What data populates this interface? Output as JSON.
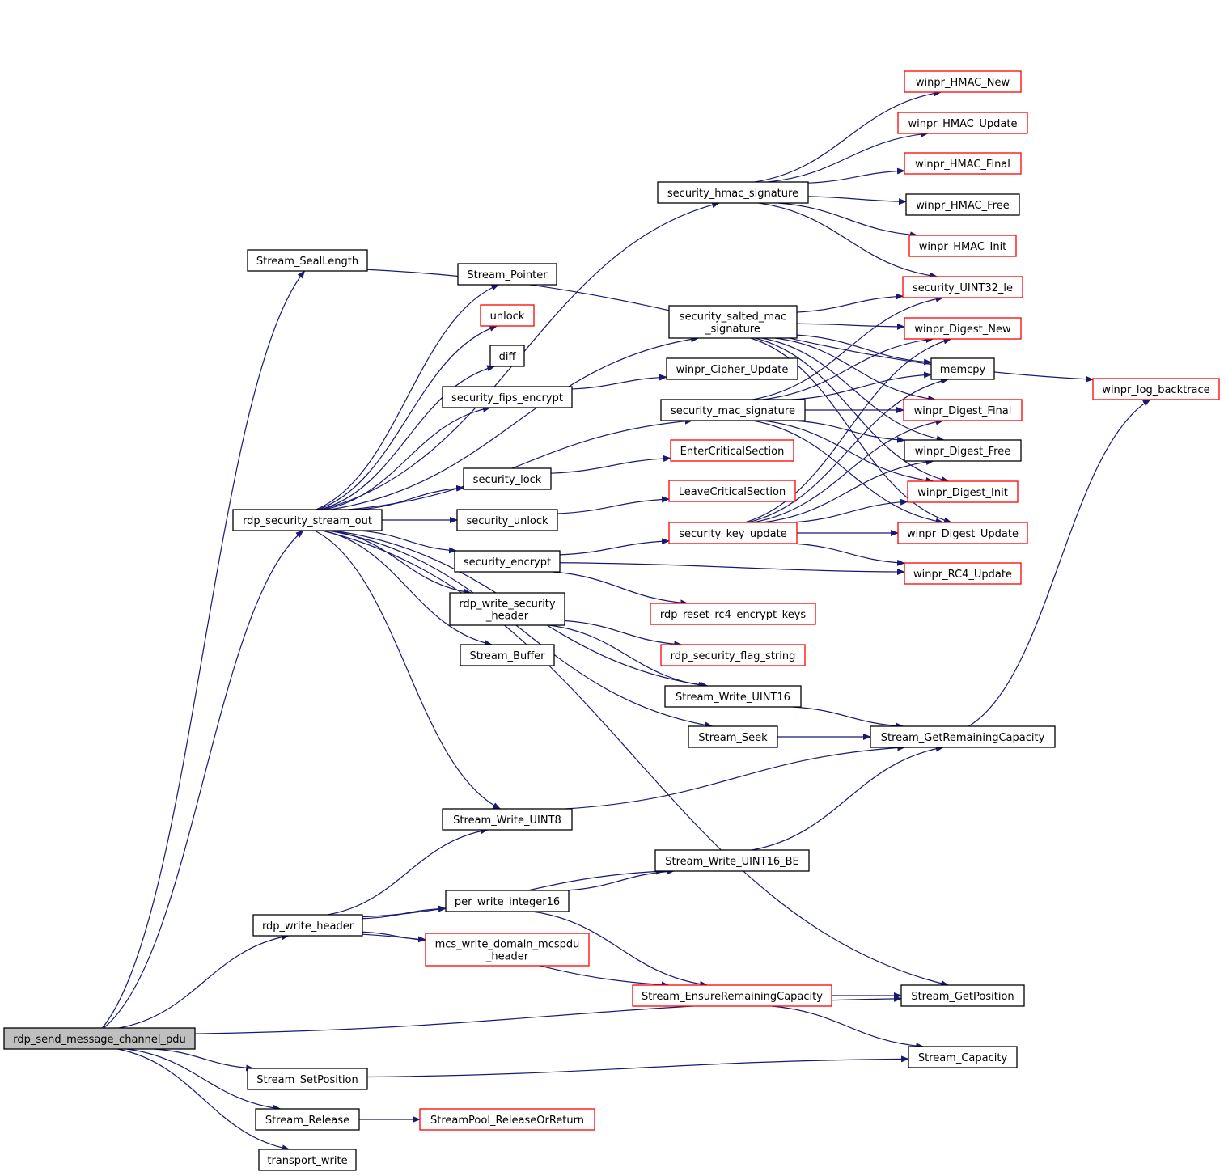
{
  "diagram": {
    "colors": {
      "edge": "#191970",
      "node_border": "#000000",
      "node_border_external": "#ff0000",
      "root_fill": "#bfbfbf"
    },
    "nodes": [
      {
        "id": "root",
        "label": "rdp_send_message_channel_pdu",
        "root": true
      },
      {
        "id": "sealLength",
        "label": "Stream_SealLength"
      },
      {
        "id": "secOut",
        "label": "rdp_security_stream_out"
      },
      {
        "id": "writeHeader",
        "label": "rdp_write_header"
      },
      {
        "id": "setPos",
        "label": "Stream_SetPosition"
      },
      {
        "id": "release",
        "label": "Stream_Release"
      },
      {
        "id": "transport",
        "label": "transport_write"
      },
      {
        "id": "ptr",
        "label": "Stream_Pointer"
      },
      {
        "id": "unlock",
        "label": "unlock",
        "external": true
      },
      {
        "id": "diff",
        "label": "diff"
      },
      {
        "id": "fips",
        "label": "security_fips_encrypt"
      },
      {
        "id": "lock",
        "label": "security_lock"
      },
      {
        "id": "unlock2",
        "label": "security_unlock"
      },
      {
        "id": "encrypt",
        "label": "security_encrypt"
      },
      {
        "id": "wsh",
        "label": [
          "rdp_write_security",
          "_header"
        ]
      },
      {
        "id": "buf",
        "label": "Stream_Buffer"
      },
      {
        "id": "wu8",
        "label": "Stream_Write_UINT8"
      },
      {
        "id": "perw",
        "label": "per_write_integer16"
      },
      {
        "id": "mcs",
        "label": [
          "mcs_write_domain_mcspdu",
          "_header"
        ],
        "external": true
      },
      {
        "id": "spool",
        "label": "StreamPool_ReleaseOrReturn",
        "external": true
      },
      {
        "id": "hmacSig",
        "label": "security_hmac_signature"
      },
      {
        "id": "salted",
        "label": [
          "security_salted_mac",
          "_signature"
        ]
      },
      {
        "id": "cipherUpd",
        "label": "winpr_Cipher_Update"
      },
      {
        "id": "macSig",
        "label": "security_mac_signature"
      },
      {
        "id": "enterCS",
        "label": "EnterCriticalSection",
        "external": true
      },
      {
        "id": "leaveCS",
        "label": "LeaveCriticalSection",
        "external": true
      },
      {
        "id": "keyUpd",
        "label": "security_key_update",
        "external": true
      },
      {
        "id": "resetRc4",
        "label": "rdp_reset_rc4_encrypt_keys",
        "external": true
      },
      {
        "id": "flagStr",
        "label": "rdp_security_flag_string",
        "external": true
      },
      {
        "id": "wu16",
        "label": "Stream_Write_UINT16"
      },
      {
        "id": "seek",
        "label": "Stream_Seek"
      },
      {
        "id": "wu16be",
        "label": "Stream_Write_UINT16_BE"
      },
      {
        "id": "ensure",
        "label": "Stream_EnsureRemainingCapacity",
        "external": true
      },
      {
        "id": "hmacNew",
        "label": "winpr_HMAC_New",
        "external": true
      },
      {
        "id": "hmacUpd",
        "label": "winpr_HMAC_Update",
        "external": true
      },
      {
        "id": "hmacFinal",
        "label": "winpr_HMAC_Final",
        "external": true
      },
      {
        "id": "hmacFree",
        "label": "winpr_HMAC_Free"
      },
      {
        "id": "hmacInit",
        "label": "winpr_HMAC_Init",
        "external": true
      },
      {
        "id": "u32le",
        "label": "security_UINT32_le",
        "external": true
      },
      {
        "id": "digNew",
        "label": "winpr_Digest_New",
        "external": true
      },
      {
        "id": "memcpy",
        "label": "memcpy"
      },
      {
        "id": "digFinal",
        "label": "winpr_Digest_Final",
        "external": true
      },
      {
        "id": "digFree",
        "label": "winpr_Digest_Free"
      },
      {
        "id": "digInit",
        "label": "winpr_Digest_Init",
        "external": true
      },
      {
        "id": "digUpd",
        "label": "winpr_Digest_Update",
        "external": true
      },
      {
        "id": "rc4Upd",
        "label": "winpr_RC4_Update",
        "external": true
      },
      {
        "id": "remCap",
        "label": "Stream_GetRemainingCapacity"
      },
      {
        "id": "getPos",
        "label": "Stream_GetPosition"
      },
      {
        "id": "cap",
        "label": "Stream_Capacity"
      },
      {
        "id": "logBt",
        "label": "winpr_log_backtrace",
        "external": true
      }
    ],
    "edges": [
      {
        "from": "root",
        "to": "sealLength"
      },
      {
        "from": "root",
        "to": "secOut"
      },
      {
        "from": "root",
        "to": "writeHeader"
      },
      {
        "from": "root",
        "to": "getPos"
      },
      {
        "from": "root",
        "to": "setPos"
      },
      {
        "from": "root",
        "to": "release"
      },
      {
        "from": "root",
        "to": "transport"
      },
      {
        "from": "sealLength",
        "to": "logBt"
      },
      {
        "from": "secOut",
        "to": "hmacSig"
      },
      {
        "from": "secOut",
        "to": "salted"
      },
      {
        "from": "secOut",
        "to": "ptr"
      },
      {
        "from": "secOut",
        "to": "unlock"
      },
      {
        "from": "secOut",
        "to": "diff"
      },
      {
        "from": "secOut",
        "to": "fips"
      },
      {
        "from": "secOut",
        "to": "macSig"
      },
      {
        "from": "secOut",
        "to": "lock"
      },
      {
        "from": "secOut",
        "to": "unlock2"
      },
      {
        "from": "secOut",
        "to": "encrypt"
      },
      {
        "from": "secOut",
        "to": "wsh"
      },
      {
        "from": "secOut",
        "to": "buf"
      },
      {
        "from": "secOut",
        "to": "wu16"
      },
      {
        "from": "secOut",
        "to": "seek"
      },
      {
        "from": "secOut",
        "to": "wu8"
      },
      {
        "from": "secOut",
        "to": "getPos"
      },
      {
        "from": "writeHeader",
        "to": "wu8"
      },
      {
        "from": "writeHeader",
        "to": "wu16be"
      },
      {
        "from": "writeHeader",
        "to": "perw"
      },
      {
        "from": "writeHeader",
        "to": "mcs"
      },
      {
        "from": "writeHeader",
        "to": "ensure"
      },
      {
        "from": "setPos",
        "to": "cap"
      },
      {
        "from": "release",
        "to": "spool"
      },
      {
        "from": "fips",
        "to": "cipherUpd"
      },
      {
        "from": "lock",
        "to": "enterCS"
      },
      {
        "from": "unlock2",
        "to": "leaveCS"
      },
      {
        "from": "encrypt",
        "to": "keyUpd"
      },
      {
        "from": "encrypt",
        "to": "rc4Upd"
      },
      {
        "from": "encrypt",
        "to": "resetRc4"
      },
      {
        "from": "wsh",
        "to": "flagStr"
      },
      {
        "from": "wsh",
        "to": "wu16"
      },
      {
        "from": "wu8",
        "to": "remCap"
      },
      {
        "from": "perw",
        "to": "wu16be"
      },
      {
        "from": "perw",
        "to": "ensure"
      },
      {
        "from": "hmacSig",
        "to": "hmacNew"
      },
      {
        "from": "hmacSig",
        "to": "hmacUpd"
      },
      {
        "from": "hmacSig",
        "to": "hmacFinal"
      },
      {
        "from": "hmacSig",
        "to": "hmacFree"
      },
      {
        "from": "hmacSig",
        "to": "hmacInit"
      },
      {
        "from": "hmacSig",
        "to": "u32le"
      },
      {
        "from": "salted",
        "to": "u32le"
      },
      {
        "from": "salted",
        "to": "digNew"
      },
      {
        "from": "salted",
        "to": "memcpy"
      },
      {
        "from": "salted",
        "to": "digFinal"
      },
      {
        "from": "salted",
        "to": "digFree"
      },
      {
        "from": "salted",
        "to": "digInit"
      },
      {
        "from": "salted",
        "to": "digUpd"
      },
      {
        "from": "macSig",
        "to": "u32le"
      },
      {
        "from": "macSig",
        "to": "digNew"
      },
      {
        "from": "macSig",
        "to": "memcpy"
      },
      {
        "from": "macSig",
        "to": "digFinal"
      },
      {
        "from": "macSig",
        "to": "digFree"
      },
      {
        "from": "macSig",
        "to": "digInit"
      },
      {
        "from": "macSig",
        "to": "digUpd"
      },
      {
        "from": "keyUpd",
        "to": "digNew"
      },
      {
        "from": "keyUpd",
        "to": "memcpy"
      },
      {
        "from": "keyUpd",
        "to": "digFinal"
      },
      {
        "from": "keyUpd",
        "to": "digFree"
      },
      {
        "from": "keyUpd",
        "to": "digInit"
      },
      {
        "from": "keyUpd",
        "to": "digUpd"
      },
      {
        "from": "keyUpd",
        "to": "rc4Upd"
      },
      {
        "from": "wu16",
        "to": "remCap"
      },
      {
        "from": "seek",
        "to": "remCap"
      },
      {
        "from": "wu16be",
        "to": "remCap"
      },
      {
        "from": "ensure",
        "to": "getPos"
      },
      {
        "from": "ensure",
        "to": "cap"
      },
      {
        "from": "remCap",
        "to": "logBt"
      }
    ]
  }
}
